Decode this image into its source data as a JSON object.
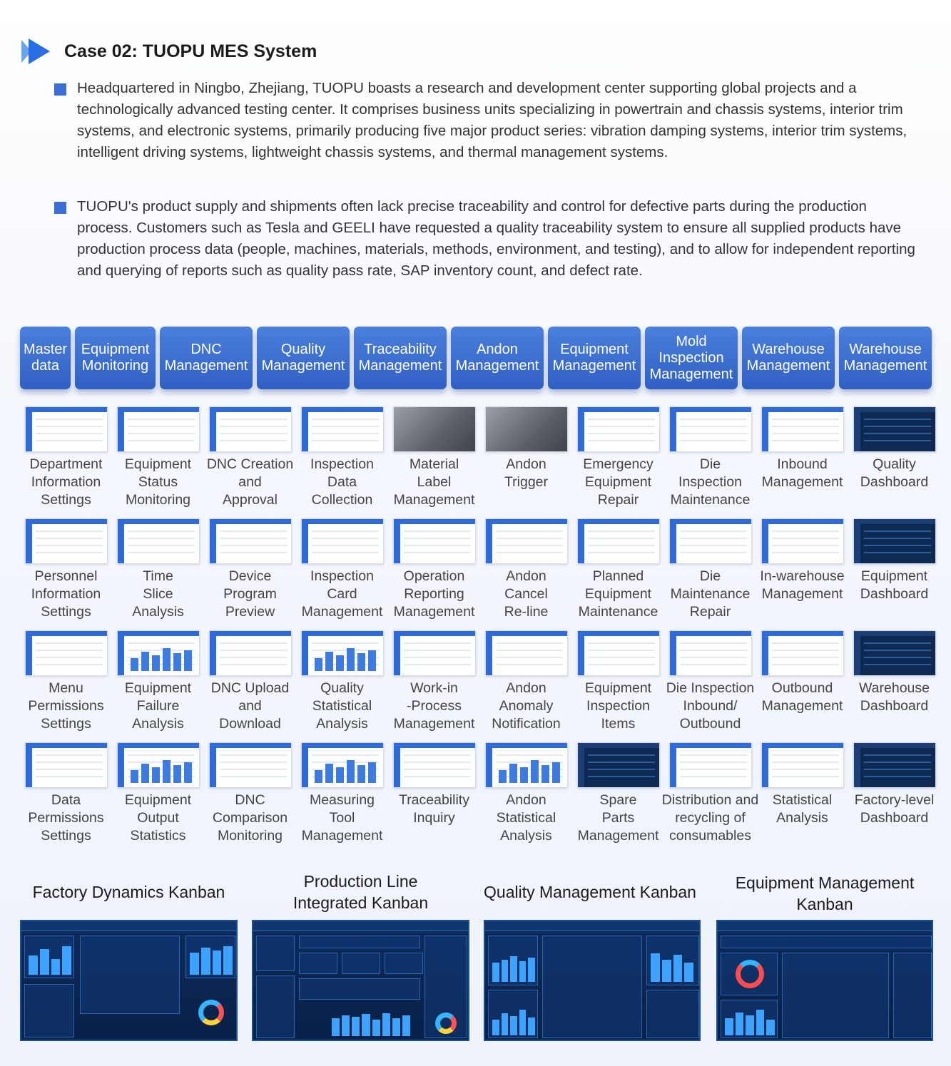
{
  "header": {
    "title": "Case 02: TUOPU MES System",
    "icon": "play-arrow-icon"
  },
  "paragraphs": [
    "Headquartered in Ningbo, Zhejiang, TUOPU boasts a research and development center supporting global projects and a technologically advanced testing center. It comprises business units specializing in powertrain and chassis systems, interior trim systems, and electronic systems, primarily producing five major product series: vibration damping systems, interior trim systems, intelligent driving systems, lightweight chassis systems, and thermal management systems.",
    "TUOPU's product supply and shipments often lack precise traceability and control for defective parts during the production process. Customers such as Tesla and GEELI have requested a quality traceability system to ensure all supplied products have production process data (people, machines, materials, methods, environment, and testing), and to allow for independent reporting and querying of reports such as quality pass rate, SAP inventory count, and defect rate."
  ],
  "modules": [
    [
      "Master",
      "data"
    ],
    [
      "Equipment",
      "Monitoring"
    ],
    [
      "DNC",
      "Management"
    ],
    [
      "Quality",
      "Management"
    ],
    [
      "Traceability",
      "Management"
    ],
    [
      "Andon",
      "Management"
    ],
    [
      "Equipment",
      "Management"
    ],
    [
      "Mold",
      "Inspection",
      "Management"
    ],
    [
      "Warehouse",
      "Management"
    ],
    [
      "Warehouse",
      "Management"
    ]
  ],
  "features": [
    [
      [
        "Department",
        "Information",
        "Settings"
      ],
      [
        "Equipment",
        "Status",
        "Monitoring"
      ],
      [
        "DNC Creation",
        "and",
        "Approval"
      ],
      [
        "Inspection",
        "Data",
        "Collection"
      ],
      [
        "Material",
        "Label",
        "Management"
      ],
      [
        "Andon",
        "Trigger"
      ],
      [
        "Emergency",
        "Equipment",
        "Repair"
      ],
      [
        "Die",
        "Inspection",
        "Maintenance"
      ],
      [
        "Inbound",
        "Management"
      ],
      [
        "Quality",
        "Dashboard"
      ]
    ],
    [
      [
        "Personnel",
        "Information",
        "Settings"
      ],
      [
        "Time",
        "Slice",
        "Analysis"
      ],
      [
        "Device",
        "Program",
        "Preview"
      ],
      [
        "Inspection",
        "Card",
        "Management"
      ],
      [
        "Operation",
        "Reporting",
        "Management"
      ],
      [
        "Andon",
        "Cancel",
        "Re-line"
      ],
      [
        "Planned",
        "Equipment",
        "Maintenance"
      ],
      [
        "Die",
        "Maintenance",
        "Repair"
      ],
      [
        "In-warehouse",
        "Management"
      ],
      [
        "Equipment",
        "Dashboard"
      ]
    ],
    [
      [
        "Menu",
        "Permissions",
        "Settings"
      ],
      [
        "Equipment",
        "Failure",
        "Analysis"
      ],
      [
        "DNC Upload",
        "and",
        "Download"
      ],
      [
        "Quality",
        "Statistical",
        "Analysis"
      ],
      [
        "Work-in",
        "-Process",
        "Management"
      ],
      [
        "Andon",
        "Anomaly",
        "Notification"
      ],
      [
        "Equipment",
        "Inspection",
        "Items"
      ],
      [
        "Die Inspection",
        "Inbound/",
        "Outbound"
      ],
      [
        "Outbound",
        "Management"
      ],
      [
        "Warehouse",
        "Dashboard"
      ]
    ],
    [
      [
        "Data",
        "Permissions",
        "Settings"
      ],
      [
        "Equipment",
        "Output",
        "Statistics"
      ],
      [
        "DNC",
        "Comparison",
        "Monitoring"
      ],
      [
        "Measuring",
        "Tool",
        "Management"
      ],
      [
        "Traceability",
        "Inquiry"
      ],
      [
        "Andon",
        "Statistical",
        "Analysis"
      ],
      [
        "Spare",
        "Parts",
        "Management"
      ],
      [
        "Distribution and",
        "recycling of",
        "consumables"
      ],
      [
        "Statistical",
        "Analysis"
      ],
      [
        "Factory-level",
        "Dashboard"
      ]
    ]
  ],
  "kanbans": [
    {
      "title": [
        "Factory Dynamics Kanban"
      ]
    },
    {
      "title": [
        "Production Line",
        "Integrated Kanban"
      ]
    },
    {
      "title": [
        "Quality Management Kanban"
      ]
    },
    {
      "title": [
        "Equipment Management",
        "Kanban"
      ]
    }
  ],
  "colors": {
    "accent": "#3b6fd6",
    "module_bg": "#3a6cd0",
    "kanban_bg": "#0d2b5a"
  }
}
